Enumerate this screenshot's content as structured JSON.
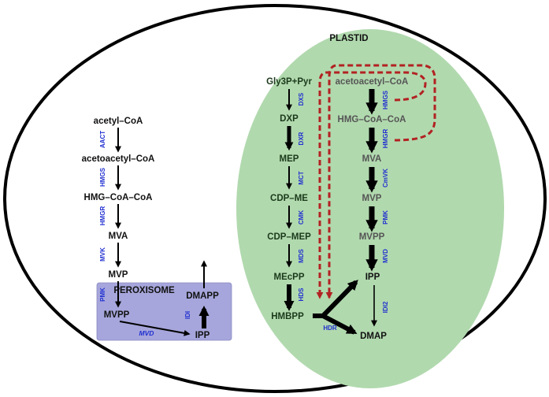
{
  "regions": {
    "plastid": "PLASTID",
    "peroxisome": "PEROXISOME"
  },
  "cytosol": {
    "acetyl_coa": "acetyl–CoA",
    "acetoacetyl_coa": "acetoacetyl–CoA",
    "hmg_coa": "HMG–CoA–CoA",
    "mva": "MVA",
    "mvp": "MVP",
    "mvpp": "MVPP",
    "ipp": "IPP",
    "dmapp": "DMAPP",
    "enzymes": {
      "aact": "AACT",
      "hmgs": "HMGS",
      "hmgr": "HMGR",
      "mvk": "MVK",
      "pmk": "PMK",
      "mvd": "MVD",
      "idi": "IDI"
    }
  },
  "plastid_mep": {
    "gly3p_pyr": "Gly3P+Pyr",
    "dxp": "DXP",
    "mep": "MEP",
    "cdp_me": "CDP–ME",
    "cdp_mep": "CDP–MEP",
    "mecpp": "MEcPP",
    "hmbpp": "HMBPP",
    "enzymes": {
      "dxs": "DXS",
      "dxr": "DXR",
      "mct": "MCT",
      "cmk": "CMK",
      "mds": "MDS",
      "hds": "HDS",
      "hdr": "HDR"
    }
  },
  "plastid_mva": {
    "acetoacetyl_coa": "acetoacetyl–CoA",
    "hmg_coa": "HMG–CoA–CoA",
    "mva": "MVA",
    "mvp": "MVP",
    "mvpp": "MVPP",
    "ipp": "IPP",
    "dmap": "DMAP",
    "enzymes": {
      "hmgs": "HMGS",
      "hmgr": "HMGR",
      "cmvk": "CmVK",
      "pmk": "PMK",
      "mvd": "MVD",
      "idi2": "IDI2"
    }
  },
  "colors": {
    "plastid_fill": "#b1d9ae",
    "peroxisome_fill": "#a6a6dc",
    "enzyme_text": "#1f2fd0",
    "dashed_arrow": "#b22222"
  }
}
